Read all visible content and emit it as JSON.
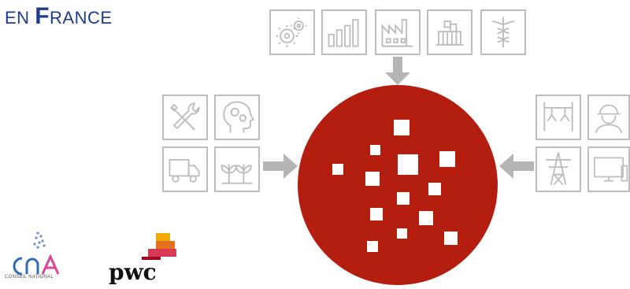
{
  "title": {
    "prefix": "EN ",
    "cap": "F",
    "rest": "RANCE"
  },
  "icons": {
    "top_row": [
      "gears-icon",
      "bar-chart-icon",
      "factory-icon",
      "city-buildings-icon",
      "caduceus-icon"
    ],
    "left_group": [
      "tools-icon",
      "head-gears-icon",
      "truck-icon",
      "plants-icon"
    ],
    "right_group": [
      "power-network-icon",
      "worker-icon",
      "pylon-icon",
      "computer-icon"
    ]
  },
  "logos": {
    "cna_text": "CONSEIL NATIONAL",
    "pwc_text": "pwc"
  },
  "colors": {
    "circle": "#b31e0f",
    "icon_gray": "#bdbdbd",
    "arrow_gray": "#b5b5b5",
    "title_blue": "#1f3c88"
  }
}
